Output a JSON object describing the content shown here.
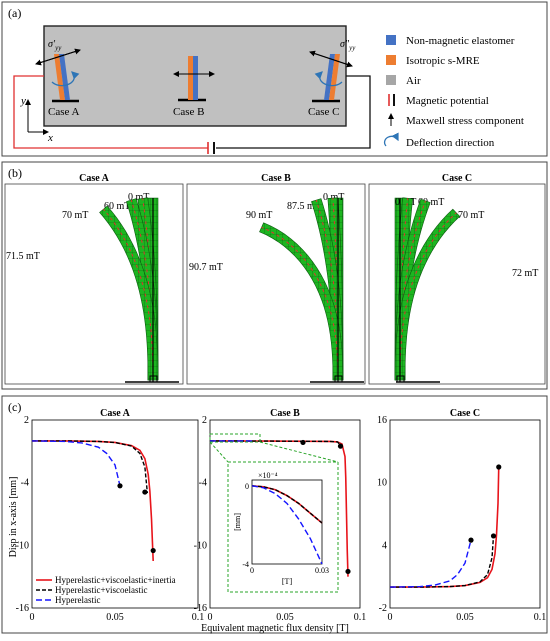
{
  "panel_a": {
    "label": "(a)",
    "cases": [
      "Case A",
      "Case B",
      "Case C"
    ],
    "sigma_prime": "σ′",
    "sigma_double": "σ″",
    "sub": "yy",
    "axis_y": "y",
    "axis_x": "x",
    "legend": [
      {
        "label": "Non-magnetic elastomer",
        "color": "#4472c4"
      },
      {
        "label": "Isotropic s-MRE",
        "color": "#ed7d31"
      },
      {
        "label": "Air",
        "color": "#a6a6a6"
      },
      {
        "label": "Magnetic potential",
        "icon": "magnetic-potential-icon"
      },
      {
        "label": "Maxwell stress component",
        "icon": "arrow-up-icon"
      },
      {
        "label": "Deflection direction",
        "icon": "curved-arrow-icon"
      }
    ]
  },
  "panel_b": {
    "label": "(b)",
    "subpanels": [
      {
        "title": "Case A",
        "fields": [
          "0 mT",
          "60 mT",
          "70 mT",
          "71.5 mT"
        ]
      },
      {
        "title": "Case B",
        "fields": [
          "0 mT",
          "87.5 mT",
          "90 mT",
          "90.7 mT"
        ]
      },
      {
        "title": "Case C",
        "fields": [
          "0 mT",
          "60 mT",
          "70 mT",
          "72 mT"
        ]
      }
    ]
  },
  "panel_c": {
    "label": "(c)",
    "ylabel": "Disp in x-axis [mm]",
    "xlabel": "Equivalent magnetic flux density [T]",
    "inset_ylabel": "[mm]",
    "inset_xlabel": "[T]",
    "inset_exponent": "×10⁻⁴",
    "legend": [
      {
        "label": "Hyperelastic+viscoelastic+inertia",
        "color": "#e8141b"
      },
      {
        "label": "Hyperelastic+viscoelastic",
        "color": "#000000"
      },
      {
        "label": "Hyperelastic",
        "color": "#1414ff"
      }
    ]
  },
  "chart_data": [
    {
      "type": "line",
      "title": "Case A",
      "xlim": [
        0,
        0.1
      ],
      "ylim": [
        -16,
        2
      ],
      "xticks": [
        "0",
        "0.05",
        "0.1"
      ],
      "yticks": [
        "2",
        "-4",
        "-10",
        "-16"
      ],
      "series": [
        {
          "name": "Hyperelastic+viscoelastic+inertia",
          "x": [
            0,
            0.02,
            0.04,
            0.05,
            0.06,
            0.065,
            0.068,
            0.07,
            0.071,
            0.072,
            0.0725,
            0.073
          ],
          "y": [
            0,
            0,
            -0.05,
            -0.15,
            -0.45,
            -0.9,
            -1.7,
            -3.2,
            -4.8,
            -7.5,
            -9.5,
            -11.5
          ]
        },
        {
          "name": "Hyperelastic+viscoelastic",
          "x": [
            0,
            0.02,
            0.04,
            0.05,
            0.06,
            0.065,
            0.068,
            0.0695
          ],
          "y": [
            0,
            0,
            -0.05,
            -0.15,
            -0.5,
            -1.2,
            -2.5,
            -5.0
          ]
        },
        {
          "name": "Hyperelastic",
          "x": [
            0,
            0.02,
            0.03,
            0.04,
            0.045,
            0.05,
            0.053
          ],
          "y": [
            0,
            -0.05,
            -0.2,
            -0.6,
            -1.2,
            -2.3,
            -4.3
          ]
        }
      ],
      "points": [
        [
          0.053,
          -4.3
        ],
        [
          0.068,
          -4.9
        ],
        [
          0.073,
          -10.5
        ]
      ]
    },
    {
      "type": "line",
      "title": "Case B",
      "xlim": [
        0,
        0.1
      ],
      "ylim": [
        -16,
        2
      ],
      "xticks": [
        "0",
        "0.05",
        "0.1"
      ],
      "yticks": [
        "2",
        "-4",
        "-10",
        "-16"
      ],
      "series": [
        {
          "name": "Hyperelastic+viscoelastic+inertia",
          "x": [
            0,
            0.04,
            0.08,
            0.085,
            0.088,
            0.09,
            0.0905,
            0.091,
            0.0915,
            0.092
          ],
          "y": [
            0,
            -0.02,
            -0.05,
            -0.1,
            -0.3,
            -1.5,
            -3.5,
            -7.0,
            -10.5,
            -13.0
          ]
        },
        {
          "name": "Hyperelastic+viscoelastic",
          "x": [
            0,
            0.04,
            0.08,
            0.085,
            0.0875
          ],
          "y": [
            0,
            -0.02,
            -0.05,
            -0.1,
            -0.5
          ]
        },
        {
          "name": "Hyperelastic",
          "x": [
            0,
            0.03
          ],
          "y": [
            0,
            -0.001
          ]
        }
      ],
      "points": [
        [
          0.062,
          -0.15
        ],
        [
          0.087,
          -0.5
        ],
        [
          0.092,
          -12.5
        ]
      ]
    },
    {
      "type": "line",
      "title": "Case C",
      "xlim": [
        0,
        0.1
      ],
      "ylim": [
        -2,
        16
      ],
      "xticks": [
        "0",
        "0.05",
        "0.1"
      ],
      "yticks": [
        "16",
        "10",
        "4",
        "-2"
      ],
      "series": [
        {
          "name": "Hyperelastic+viscoelastic+inertia",
          "x": [
            0,
            0.02,
            0.04,
            0.05,
            0.06,
            0.065,
            0.068,
            0.07,
            0.071,
            0.072,
            0.0725
          ],
          "y": [
            0,
            0,
            0.05,
            0.15,
            0.45,
            0.9,
            1.7,
            3.2,
            5.0,
            8.0,
            11.5
          ]
        },
        {
          "name": "Hyperelastic+viscoelastic",
          "x": [
            0,
            0.02,
            0.04,
            0.05,
            0.06,
            0.065,
            0.068,
            0.069
          ],
          "y": [
            0,
            0,
            0.05,
            0.15,
            0.5,
            1.2,
            2.8,
            4.9
          ]
        },
        {
          "name": "Hyperelastic",
          "x": [
            0,
            0.02,
            0.03,
            0.04,
            0.045,
            0.05,
            0.054
          ],
          "y": [
            0,
            0.05,
            0.2,
            0.6,
            1.2,
            2.3,
            4.5
          ]
        }
      ],
      "points": [
        [
          0.054,
          4.5
        ],
        [
          0.069,
          4.9
        ],
        [
          0.0725,
          11.5
        ]
      ]
    },
    {
      "type": "line",
      "title": "Case B inset",
      "xlim": [
        0,
        0.03
      ],
      "ylim": [
        -4,
        0.3
      ],
      "xticks": [
        "0",
        "0.03"
      ],
      "yticks": [
        "0",
        "-4"
      ],
      "series": [
        {
          "name": "Hyperelastic+viscoelastic+inertia",
          "x": [
            0,
            0.005,
            0.01,
            0.015,
            0.02,
            0.025,
            0.03
          ],
          "y": [
            0,
            -0.05,
            -0.2,
            -0.5,
            -0.9,
            -1.4,
            -1.9
          ]
        },
        {
          "name": "Hyperelastic+viscoelastic",
          "x": [
            0,
            0.005,
            0.01,
            0.015,
            0.02,
            0.025,
            0.03
          ],
          "y": [
            0,
            -0.05,
            -0.2,
            -0.5,
            -0.9,
            -1.4,
            -1.9
          ]
        },
        {
          "name": "Hyperelastic",
          "x": [
            0,
            0.005,
            0.01,
            0.015,
            0.02,
            0.025,
            0.03
          ],
          "y": [
            0,
            -0.1,
            -0.4,
            -0.9,
            -1.7,
            -2.7,
            -4.0
          ]
        }
      ]
    }
  ]
}
